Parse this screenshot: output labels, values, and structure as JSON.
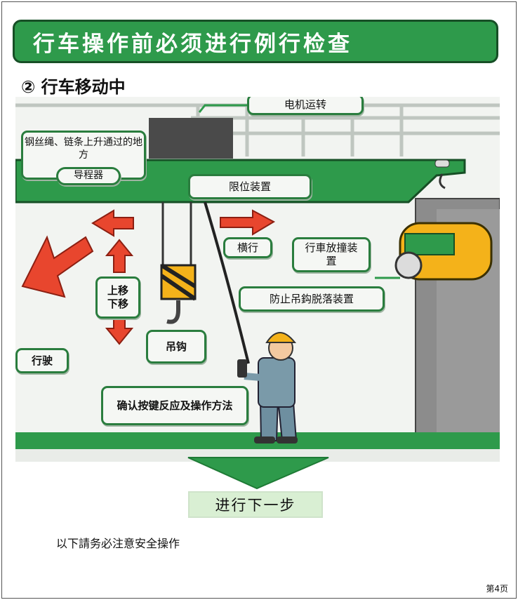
{
  "header": {
    "title": "行车操作前必须进行例行检查"
  },
  "section": {
    "subtitle": "② 行车移动中"
  },
  "labels": {
    "motor_running": "电机运转",
    "rope_chain_passage": "钢丝绳、链条上升通过的地方",
    "guide_device": "导程器",
    "limit_device": "限位装置",
    "traverse": "横行",
    "crane_collision_device": "行車放撞装置",
    "hook_anti_drop": "防止吊鈎脱落装置",
    "move_up": "上移",
    "move_down": "下移",
    "hook": "吊钩",
    "travel": "行驶",
    "confirm_buttons": "确认按键反应及操作方法"
  },
  "navigation": {
    "next_step": "进行下一步"
  },
  "notice": {
    "text": "以下請务必注意安全操作"
  },
  "footer": {
    "page": "第4页"
  },
  "colors": {
    "green": "#2e9a4b",
    "dark_green": "#174f26",
    "red_arrow": "#e8462e",
    "yellow": "#f4b21a"
  }
}
